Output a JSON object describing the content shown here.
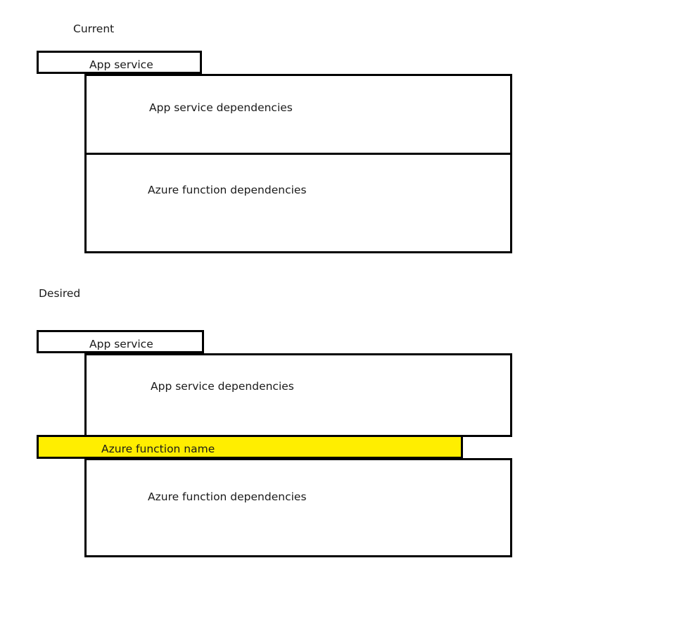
{
  "diagram": {
    "title_current": "Current",
    "title_desired": "Desired",
    "accent_highlight": "#FFEE00",
    "stroke_color": "#000000",
    "background_color": "#FFFFFF",
    "sections": [
      {
        "id": "current",
        "label": "Current",
        "blocks": [
          {
            "id": "current-app-service",
            "label": "App service"
          },
          {
            "id": "current-app-service-deps",
            "label": "App service dependencies"
          },
          {
            "id": "current-azure-function-deps",
            "label": "Azure function dependencies"
          }
        ]
      },
      {
        "id": "desired",
        "label": "Desired",
        "blocks": [
          {
            "id": "desired-app-service",
            "label": "App service"
          },
          {
            "id": "desired-app-service-deps",
            "label": "App service dependencies"
          },
          {
            "id": "desired-azure-function-name",
            "label": "Azure function name",
            "highlighted": true
          },
          {
            "id": "desired-azure-function-deps",
            "label": "Azure function dependencies"
          }
        ]
      }
    ]
  }
}
